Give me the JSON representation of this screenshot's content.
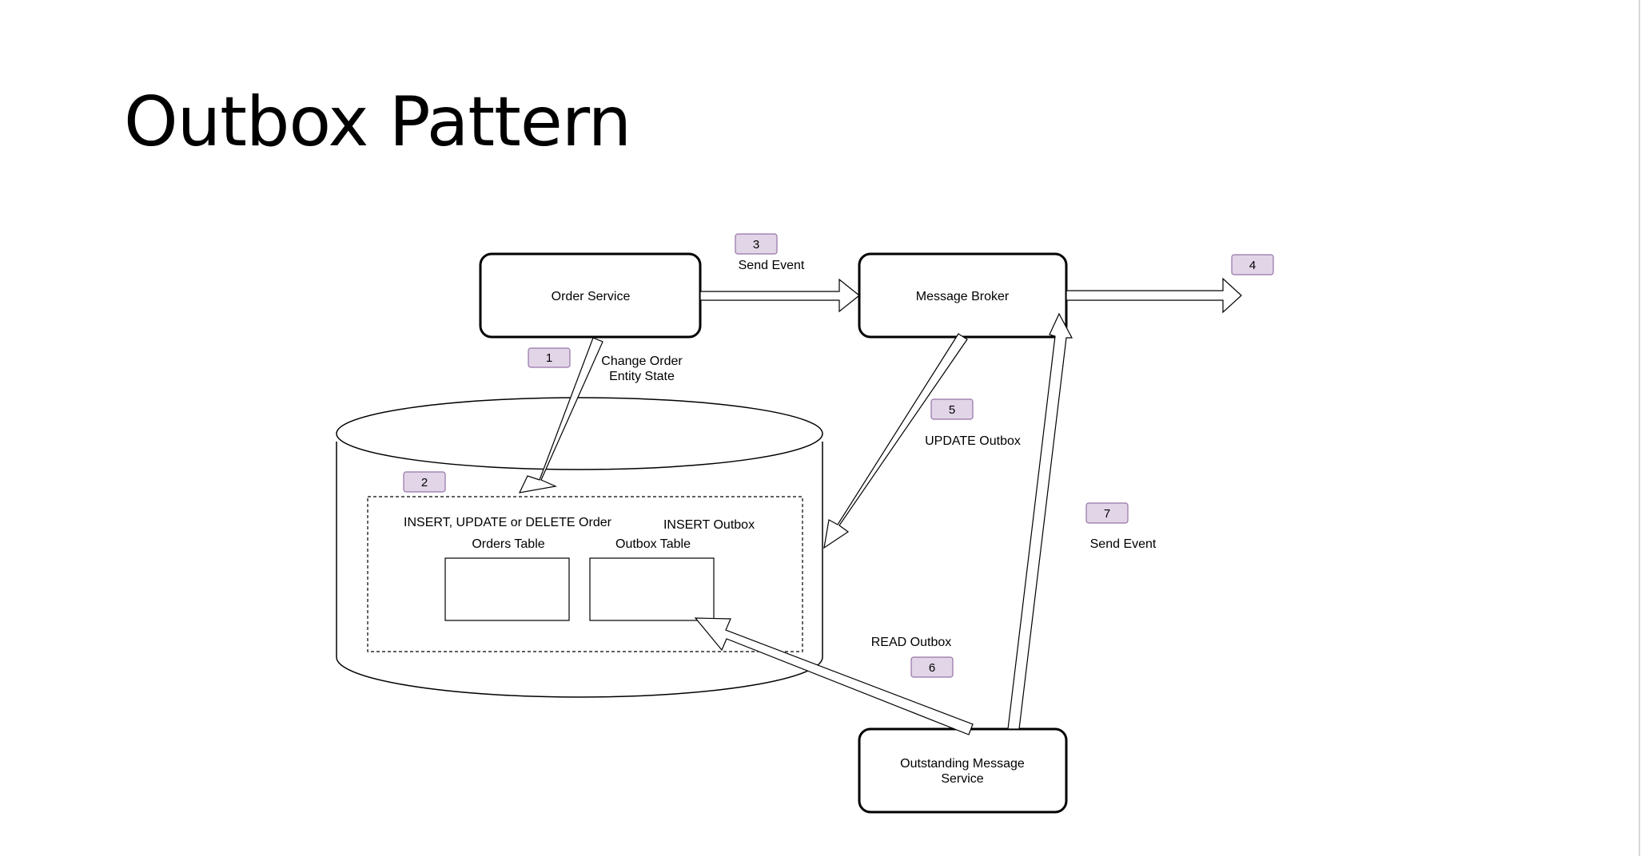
{
  "title": "Outbox Pattern",
  "colors": {
    "badge_fill": "#e1d5e7",
    "badge_stroke": "#9673a6",
    "line": "#000000",
    "background": "#ffffff"
  },
  "nodes": {
    "order_service": "Order Service",
    "message_broker": "Message Broker",
    "outstanding_service_line1": "Outstanding Message",
    "outstanding_service_line2": "Service"
  },
  "database": {
    "orders_table": "Orders Table",
    "outbox_table": "Outbox Table",
    "insert_update_delete": "INSERT, UPDATE or DELETE Order",
    "insert_outbox": "INSERT Outbox"
  },
  "labels": {
    "send_event_top": "Send Event",
    "change_order_line1": "Change Order",
    "change_order_line2": "Entity State",
    "update_outbox": "UPDATE Outbox",
    "read_outbox": "READ Outbox",
    "send_event_right": "Send Event"
  },
  "steps": [
    "1",
    "2",
    "3",
    "4",
    "5",
    "6",
    "7"
  ]
}
